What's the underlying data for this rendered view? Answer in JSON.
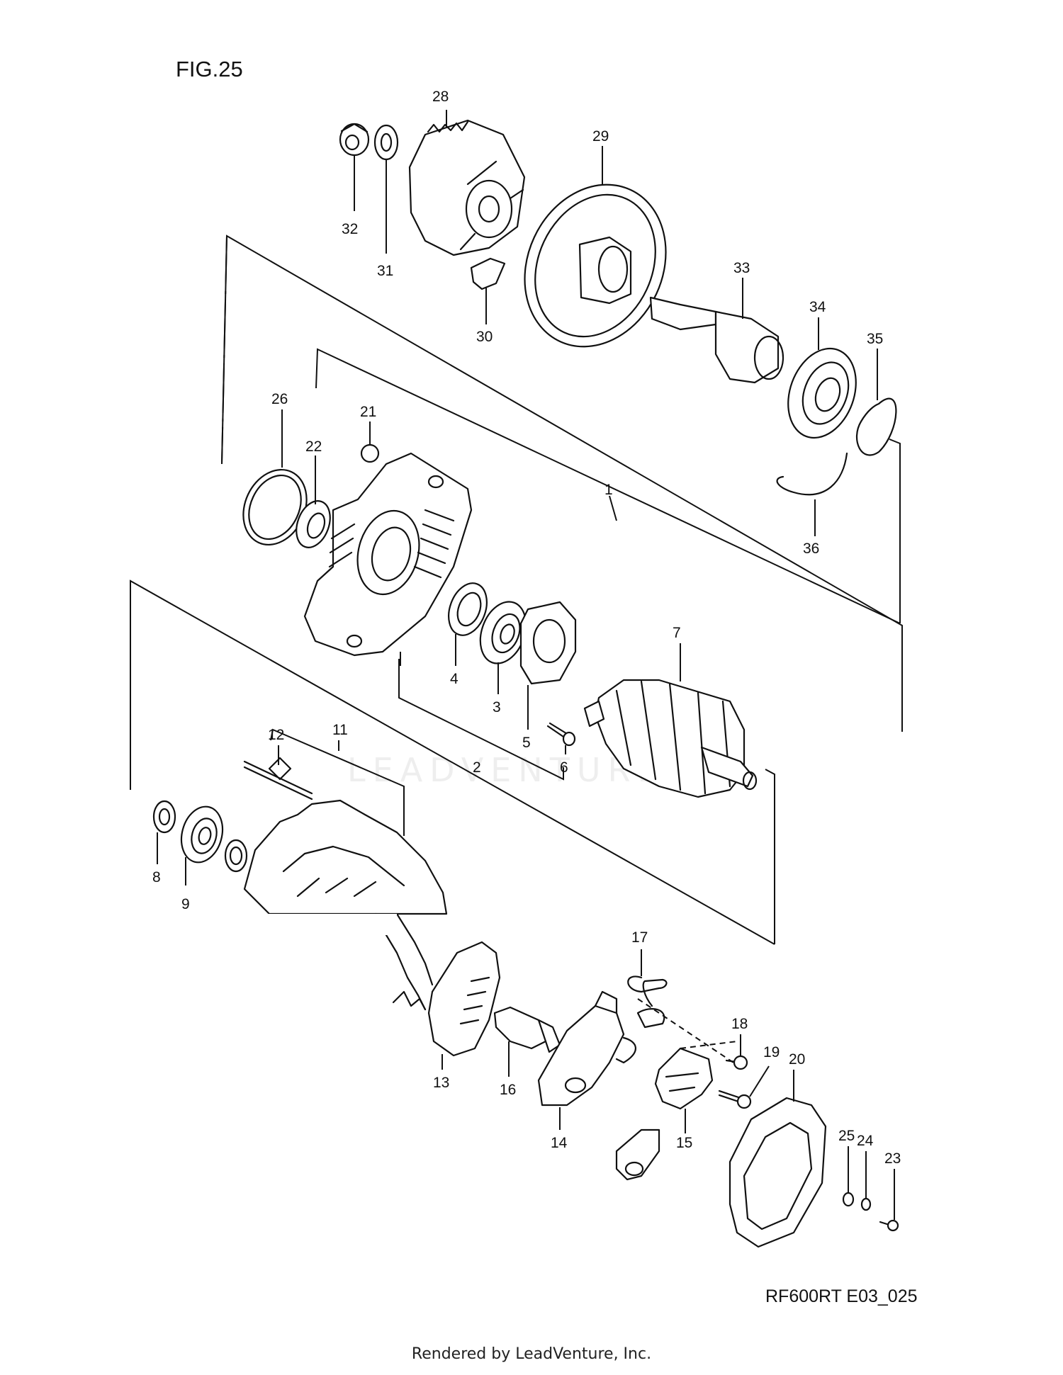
{
  "figure_title": "FIG.25",
  "diagram_code": "RF600RT E03_025",
  "footer_text": "Rendered by LeadVenture, Inc.",
  "watermark_text": "LEADVENTURE",
  "callouts": {
    "c1": "1",
    "c2": "2",
    "c3": "3",
    "c4": "4",
    "c5": "5",
    "c6": "6",
    "c7": "7",
    "c8": "8",
    "c9": "9",
    "c11": "11",
    "c12": "12",
    "c13": "13",
    "c14": "14",
    "c15": "15",
    "c16": "16",
    "c17": "17",
    "c18": "18",
    "c19": "19",
    "c20": "20",
    "c21": "21",
    "c22": "22",
    "c23": "23",
    "c24": "24",
    "c25": "25",
    "c26": "26",
    "c28": "28",
    "c29": "29",
    "c30": "30",
    "c31": "31",
    "c32": "32",
    "c33": "33",
    "c34": "34",
    "c35": "35",
    "c36": "36"
  }
}
